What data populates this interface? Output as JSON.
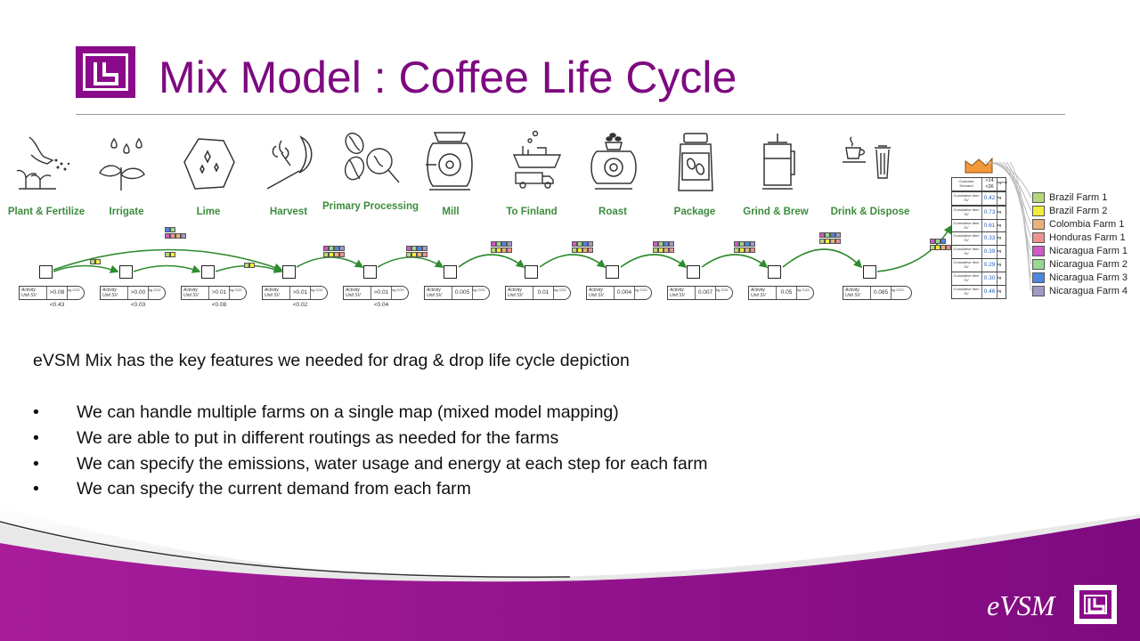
{
  "title": "Mix Model : Coffee Life Cycle",
  "brand": "eVSM",
  "steps": [
    {
      "label": "Plant & Fertilize",
      "icon": "plant-fertilize-icon"
    },
    {
      "label": "Irrigate",
      "icon": "irrigate-icon"
    },
    {
      "label": "Lime",
      "icon": "lime-icon"
    },
    {
      "label": "Harvest",
      "icon": "harvest-icon"
    },
    {
      "label": "Primary Processing",
      "icon": "primary-processing-icon"
    },
    {
      "label": "Mill",
      "icon": "mill-icon"
    },
    {
      "label": "To Finland",
      "icon": "to-finland-icon"
    },
    {
      "label": "Roast",
      "icon": "roast-icon"
    },
    {
      "label": "Package",
      "icon": "package-icon"
    },
    {
      "label": "Grind & Brew",
      "icon": "grind-brew-icon"
    },
    {
      "label": "Drink & Dispose",
      "icon": "drink-dispose-icon"
    }
  ],
  "activity_label": "Activity Unit SV",
  "activities": [
    {
      "value": ">0.08 <0.43",
      "unit": "kg CO2"
    },
    {
      "value": ">0.00 <0.03",
      "unit": "kg CO2"
    },
    {
      "value": ">0.01 <0.08",
      "unit": "kg CO2"
    },
    {
      "value": ">0.01 <0.02",
      "unit": "kg CO2"
    },
    {
      "value": ">0.01 <0.04",
      "unit": "kg CO2"
    },
    {
      "value": "0.005",
      "unit": "kg CO2"
    },
    {
      "value": "0.01",
      "unit": "kg CO2"
    },
    {
      "value": "0.004",
      "unit": "kg CO2"
    },
    {
      "value": "0.007",
      "unit": "kg CO2"
    },
    {
      "value": "0.05",
      "unit": "kg CO2"
    },
    {
      "value": "0.085",
      "unit": "kg CO2"
    }
  ],
  "customer": {
    "demand_label": "Customer Demand",
    "demand_value": ">14 <36",
    "demand_unit": "kg/mo",
    "cumulative_label": "Cumulative Item SV",
    "cumulative": [
      {
        "value": "0.42",
        "unit": "kg"
      },
      {
        "value": "0.73",
        "unit": "kg"
      },
      {
        "value": "0.61",
        "unit": "kg"
      },
      {
        "value": "0.33",
        "unit": "kg"
      },
      {
        "value": "0.39",
        "unit": "kg"
      },
      {
        "value": "0.29",
        "unit": "kg"
      },
      {
        "value": "0.30",
        "unit": "kg"
      },
      {
        "value": "0.46",
        "unit": "kg"
      }
    ]
  },
  "farms": [
    {
      "name": "Brazil Farm 1",
      "color": "#b6d77a"
    },
    {
      "name": "Brazil Farm 2",
      "color": "#f4ec3a"
    },
    {
      "name": "Colombia Farm 1",
      "color": "#e8b27a"
    },
    {
      "name": "Honduras Farm 1",
      "color": "#f09090"
    },
    {
      "name": "Nicaragua Farm 1",
      "color": "#d05ac8"
    },
    {
      "name": "Nicaragua Farm 2",
      "color": "#98d890"
    },
    {
      "name": "Nicaragua Farm 3",
      "color": "#4f86e0"
    },
    {
      "name": "Nicaragua Farm 4",
      "color": "#a498c8"
    }
  ],
  "intro": "eVSM Mix has the key features we needed for drag & drop life cycle depiction",
  "bullets": [
    "We can handle multiple farms on a single map (mixed model mapping)",
    "We are able to put in different routings as needed for the farms",
    "We can specify the emissions, water usage and energy at each step for each farm",
    "We can specify the current demand from each farm"
  ],
  "bullet_glyph": "•"
}
